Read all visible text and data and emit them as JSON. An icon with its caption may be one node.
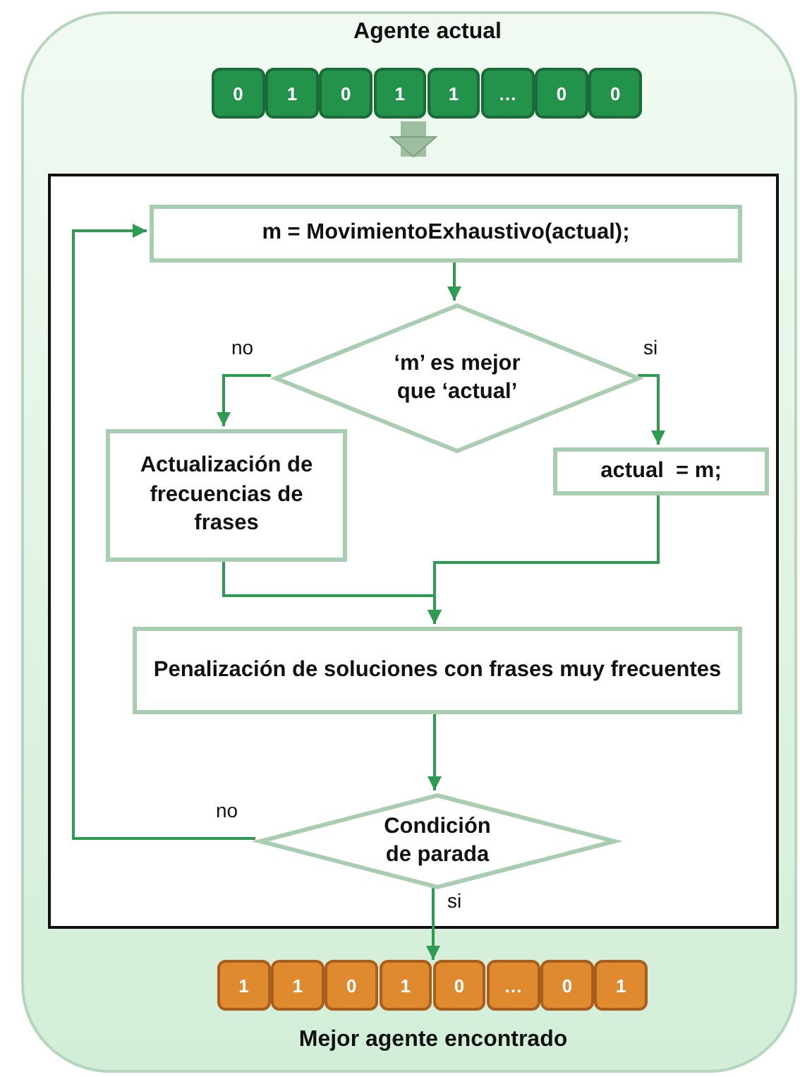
{
  "diagram": {
    "nodes": [
      {
        "text": [
          "Agente actual"
        ]
      },
      {
        "text": [
          "0"
        ],
        "in": 0
      },
      {
        "text": [
          "1"
        ],
        "in": 0
      },
      {
        "text": [
          "0"
        ],
        "in": 0
      },
      {
        "text": [
          "1"
        ],
        "in": 0
      },
      {
        "text": [
          "1"
        ],
        "in": 0
      },
      {
        "text": [
          "…"
        ],
        "in": 0
      },
      {
        "text": [
          "0"
        ],
        "in": 0
      },
      {
        "text": [
          "0"
        ],
        "in": 0
      },
      {
        "text": [],
        "shape": "box"
      },
      {
        "text": [
          "m = MovimientoExhaustivo(actual);"
        ],
        "in": 9
      },
      {
        "text": [
          "‘m’ es mejor que ‘actual’"
        ],
        "in": 9
      },
      {
        "text": [
          "Actualización de frecuencias de frases"
        ],
        "in": 9
      },
      {
        "text": [
          "actual  = m;"
        ],
        "in": 9
      },
      {
        "text": [
          "Penalización de soluciones con frases muy frecuentes"
        ],
        "in": 9
      },
      {
        "text": [
          "Condición de parada"
        ],
        "in": 9
      },
      {
        "text": [
          "Mejor agente encontrado"
        ]
      },
      {
        "text": [
          "1"
        ],
        "in": 16
      },
      {
        "text": [
          "1"
        ],
        "in": 16
      },
      {
        "text": [
          "0"
        ],
        "in": 16
      },
      {
        "text": [
          "1"
        ],
        "in": 16
      },
      {
        "text": [
          "0"
        ],
        "in": 16
      },
      {
        "text": [
          "…"
        ],
        "in": 16
      },
      {
        "text": [
          "0"
        ],
        "in": 16
      },
      {
        "text": [
          "1"
        ],
        "in": 16
      }
    ],
    "edges": [
      {
        "from": 0,
        "to": 9,
        "arrow": "to",
        "style": "thick",
        "color": "#9dbf9f"
      },
      {
        "from": 10,
        "to": 11,
        "arrow": "to"
      },
      {
        "from": 11,
        "to": 12,
        "arrow": "to",
        "label": "no"
      },
      {
        "from": 11,
        "to": 13,
        "arrow": "to",
        "label": "si"
      },
      {
        "from": 12,
        "to": 14,
        "arrow": "to"
      },
      {
        "from": 13,
        "to": 14,
        "arrow": "to"
      },
      {
        "from": 14,
        "to": 15,
        "arrow": "to"
      },
      {
        "from": 15,
        "to": 10,
        "arrow": "to",
        "label": "no"
      },
      {
        "from": 15,
        "to": 16,
        "arrow": "to",
        "label": "si",
        "color": "#2e9a52"
      }
    ]
  }
}
